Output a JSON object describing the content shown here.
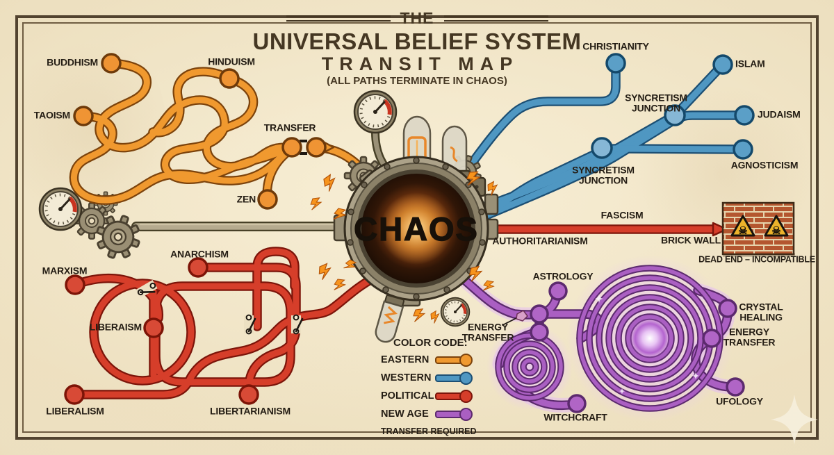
{
  "title": {
    "kicker": "THE",
    "line1": "UNIVERSAL BELIEF SYSTEM",
    "line2": "TRANSIT MAP",
    "tagline": "(ALL PATHS TERMINATE IN CHAOS)"
  },
  "hub": {
    "label": "CHAOS"
  },
  "stations": {
    "eastern": {
      "buddhism": "BUDDHISM",
      "taoism": "TAOISM",
      "hinduism": "HINDUISM",
      "zen": "ZEN",
      "transfer": "TRANSFER"
    },
    "western": {
      "christianity": "CHRISTIANITY",
      "islam": "ISLAM",
      "judaism": "JUDAISM",
      "agnosticism": "AGNOSTICISM",
      "syncretism_upper": "SYNCRETISM JUNCTION",
      "syncretism_lower": "SYNCRETISM JUNCTION"
    },
    "political": {
      "marxism": "MARXISM",
      "anarchism": "ANARCHISM",
      "liberaism": "LIBERAISM",
      "liberalism": "LIBERALISM",
      "libertarianism": "LIBERTARIANISM",
      "authoritarianism": "AUTHORITARIANISM",
      "fascism": "FASCISM"
    },
    "new_age": {
      "astrology": "ASTROLOGY",
      "energy_transfer_left": "ENERGY TRANSFER",
      "energy_transfer_right": "ENERGY TRANSFER",
      "crystal_healing": "CRYSTAL HEALING",
      "witchcraft": "WITCHCRAFT",
      "ufology": "UFOLOGY"
    }
  },
  "wall": {
    "label": "BRICK WALL",
    "note": "DEAD END – INCOMPATIBLE"
  },
  "legend": {
    "heading": "COLOR CODE:",
    "entries": [
      {
        "label": "EASTERN",
        "color": "#f0992f"
      },
      {
        "label": "WESTERN",
        "color": "#4f97c2"
      },
      {
        "label": "POLITICAL",
        "color": "#d63e2a"
      },
      {
        "label": "NEW AGE",
        "color": "#aa5fc2"
      }
    ],
    "footnote": "TRANSFER REQUIRED"
  },
  "icons": {
    "skull": "☠"
  },
  "colors": {
    "paper": "#ecdfc2",
    "ink": "#241d14",
    "frame": "#52432f",
    "eastern": "#f0992f",
    "western": "#4f97c2",
    "political": "#d63e2a",
    "new_age": "#aa5fc2"
  }
}
